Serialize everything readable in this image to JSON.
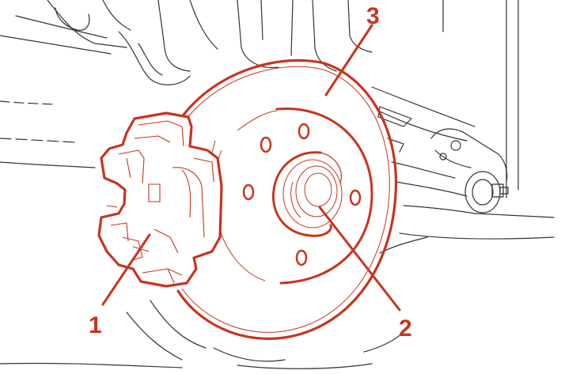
{
  "colors": {
    "accent": "#c8341e",
    "line": "#333333",
    "background": "#ffffff"
  },
  "callouts": [
    {
      "label": "1",
      "part": "brake-caliper"
    },
    {
      "label": "2",
      "part": "wheel-hub"
    },
    {
      "label": "3",
      "part": "brake-disc"
    }
  ]
}
